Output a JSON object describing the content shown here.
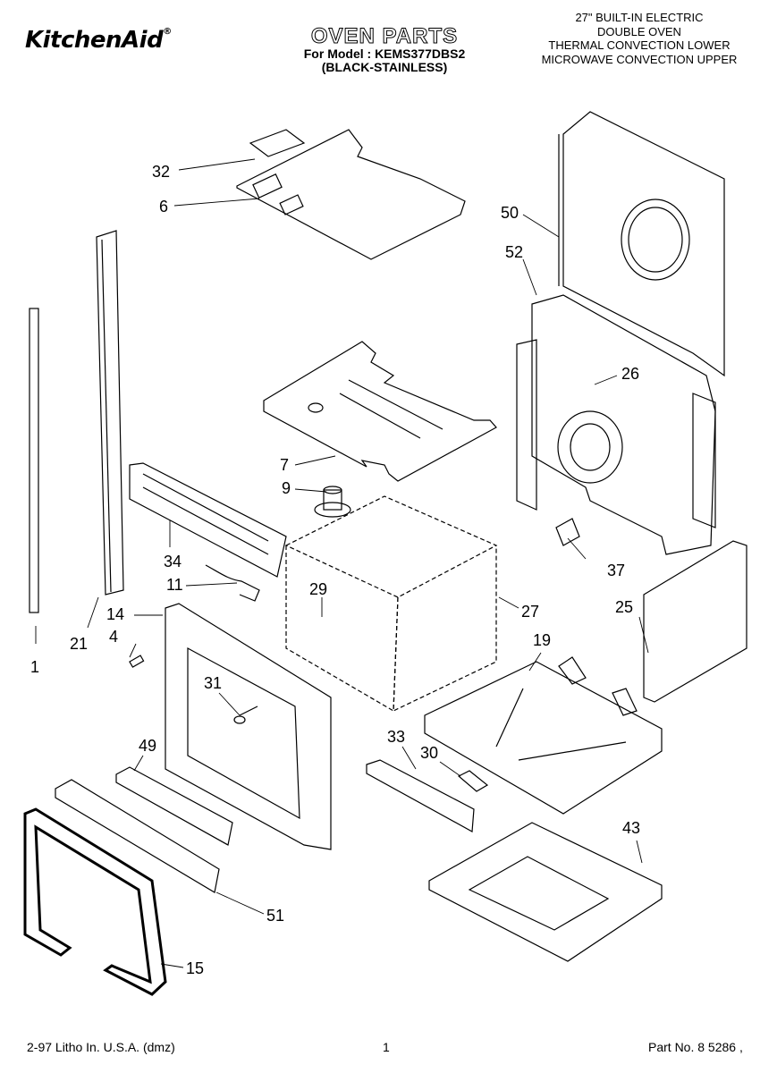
{
  "header": {
    "brand": "KitchenAid",
    "brand_suffix": "®",
    "title": "OVEN PARTS",
    "model_line": "For Model : KEMS377DBS2",
    "finish_line": "(BLACK-STAINLESS)",
    "spec_lines": [
      "27\" BUILT-IN ELECTRIC",
      "DOUBLE OVEN",
      "THERMAL CONVECTION LOWER",
      "MICROWAVE CONVECTION UPPER"
    ]
  },
  "callouts": {
    "c1": "1",
    "c4": "4",
    "c6": "6",
    "c7": "7",
    "c9": "9",
    "c11": "11",
    "c14": "14",
    "c15": "15",
    "c19": "19",
    "c21": "21",
    "c25": "25",
    "c26": "26",
    "c27": "27",
    "c29": "29",
    "c30": "30",
    "c31": "31",
    "c32": "32",
    "c33": "33",
    "c34": "34",
    "c37": "37",
    "c43": "43",
    "c49": "49",
    "c50": "50",
    "c51": "51",
    "c52": "52"
  },
  "footer": {
    "left": "2-97 Litho In. U.S.A. (dmz)",
    "page": "1",
    "part_no": "Part No. 8 5286 ,"
  }
}
